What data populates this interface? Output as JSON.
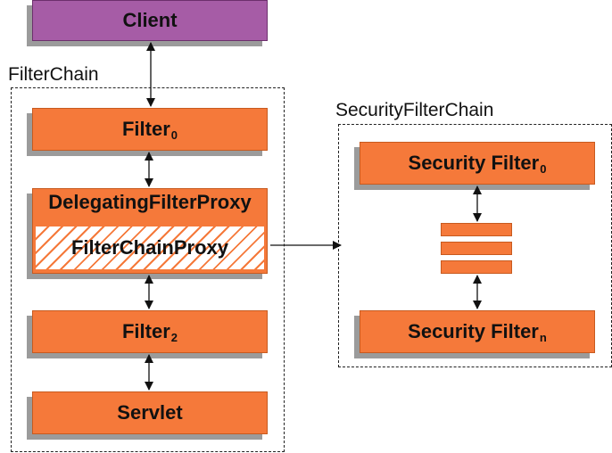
{
  "client": {
    "label": "Client"
  },
  "filter_chain": {
    "title": "FilterChain",
    "filter0": {
      "label": "Filter",
      "sub": "0"
    },
    "delegating_proxy": {
      "label": "DelegatingFilterProxy",
      "inner_label": "FilterChainProxy"
    },
    "filter2": {
      "label": "Filter",
      "sub": "2"
    },
    "servlet": {
      "label": "Servlet"
    }
  },
  "security_filter_chain": {
    "title": "SecurityFilterChain",
    "security_filter0": {
      "label": "Security Filter",
      "sub": "0"
    },
    "security_filtern": {
      "label": "Security Filter",
      "sub": "n"
    }
  },
  "colors": {
    "orange": "#f5793a",
    "purple": "#a65ca6",
    "shadow": "#9b9b9b"
  }
}
